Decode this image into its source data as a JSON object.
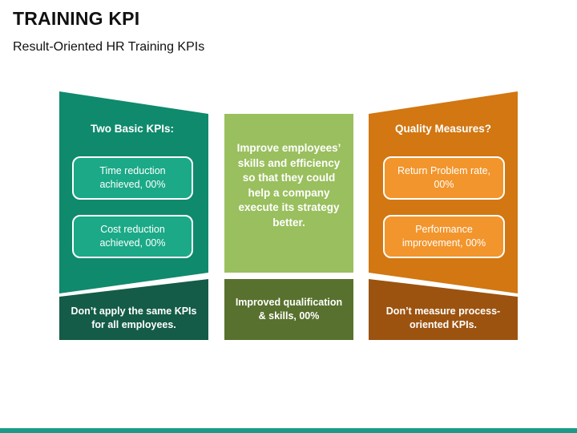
{
  "header": {
    "title": "TRAINING KPI",
    "subtitle": "Result-Oriented HR Training KPIs"
  },
  "left_panel": {
    "heading": "Two Basic KPIs:",
    "items": [
      "Time reduction achieved, 00%",
      "Cost reduction achieved, 00%"
    ],
    "footer": "Don’t apply the same KPIs for all employees."
  },
  "center_panel": {
    "text": "Improve employees’ skills and efficiency so that they could help a company execute its strategy better.",
    "footer": "Improved qualification & skills, 00%"
  },
  "right_panel": {
    "heading": "Quality Measures?",
    "items": [
      "Return Problem rate, 00%",
      "Performance improvement, 00%"
    ],
    "footer": "Don’t measure process-oriented KPIs."
  },
  "colors": {
    "left_top": "#0f8a6c",
    "left_bottom": "#145c47",
    "center_top": "#9abf5e",
    "center_bottom": "#58712e",
    "right_top": "#d27712",
    "right_bottom": "#9c5310",
    "accent_bar": "#1a9b89"
  }
}
